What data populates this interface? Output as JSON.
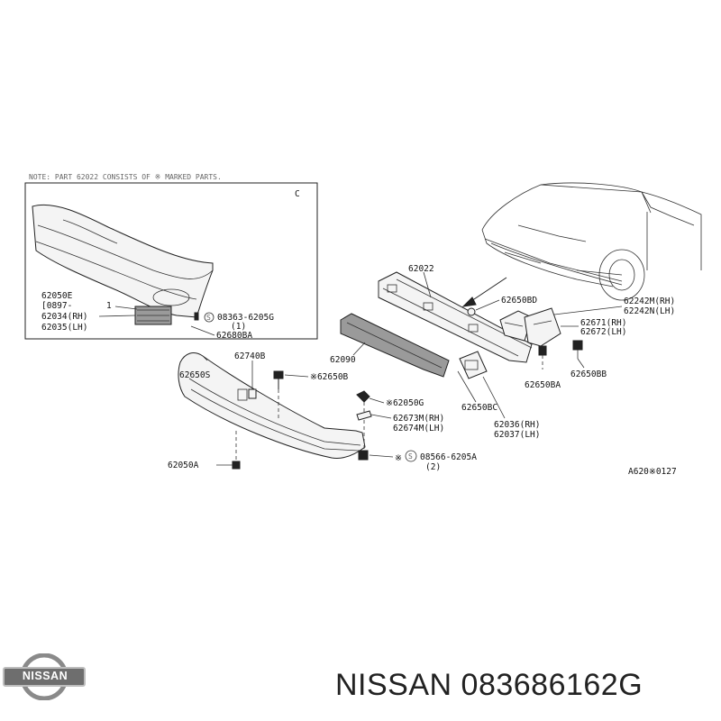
{
  "diagram": {
    "note_text": "NOTE: PART 62022 CONSISTS OF ※ MARKED PARTS.",
    "inset": {
      "corner_label": "C",
      "labels": [
        "62050E",
        "[0897-",
        "1",
        "62034(RH)",
        "62035(LH)",
        "S",
        "08363-6205G",
        "(1)",
        "62680BA"
      ]
    },
    "labels": {
      "l62022": "62022",
      "l62650BD": "62650BD",
      "l62242M": "62242M(RH)",
      "l62242N": "62242N(LH)",
      "l62671": "62671(RH)",
      "l62672": "62672(LH)",
      "l62090": "62090",
      "l62650BB": "62650BB",
      "l62650BA": "62650BA",
      "l62650BC": "62650BC",
      "l62036": "62036(RH)",
      "l62037": "62037(LH)",
      "l62740B": "62740B",
      "l62650S": "62650S",
      "l62650B": "※62650B",
      "l62050G": "※62050G",
      "l62673M": "62673M(RH)",
      "l62674M": "62674M(LH)",
      "lS": "※",
      "lS2": "S",
      "l08566": "08566-6205A",
      "l2": "(2)",
      "l62050A": "62050A",
      "catalog_code": "A620※0127"
    }
  },
  "brand": {
    "logo_word": "NISSAN",
    "part_number": "NISSAN 083686162G"
  },
  "colors": {
    "logo_ring": "#8a8a8a",
    "logo_bar": "#6e6e6e",
    "text": "#222222"
  }
}
